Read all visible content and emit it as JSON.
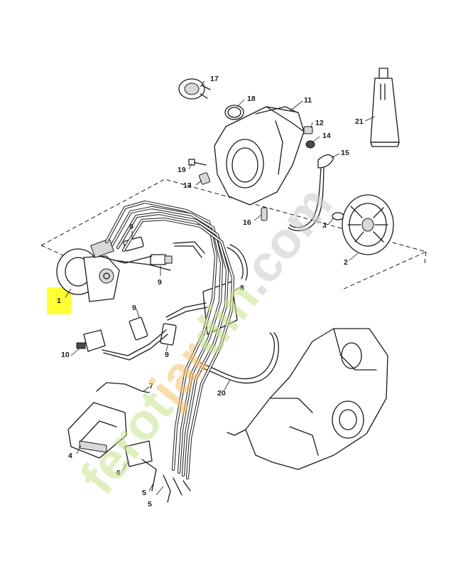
{
  "callouts": [
    {
      "id": "c1",
      "text": "1"
    },
    {
      "id": "c2",
      "text": "2"
    },
    {
      "id": "c3",
      "text": "3"
    },
    {
      "id": "c4",
      "text": "4"
    },
    {
      "id": "c5a",
      "text": "5"
    },
    {
      "id": "c5b",
      "text": "5"
    },
    {
      "id": "c6",
      "text": "6"
    },
    {
      "id": "c7",
      "text": "7"
    },
    {
      "id": "c8",
      "text": "8"
    },
    {
      "id": "c9a",
      "text": "9"
    },
    {
      "id": "c9b",
      "text": "9"
    },
    {
      "id": "c9c",
      "text": "9"
    },
    {
      "id": "c9d",
      "text": "9"
    },
    {
      "id": "c10",
      "text": "10"
    },
    {
      "id": "c11",
      "text": "11"
    },
    {
      "id": "c12",
      "text": "12"
    },
    {
      "id": "c13",
      "text": "13"
    },
    {
      "id": "c14",
      "text": "14"
    },
    {
      "id": "c15",
      "text": "15"
    },
    {
      "id": "c16",
      "text": "16"
    },
    {
      "id": "c17",
      "text": "17"
    },
    {
      "id": "c18",
      "text": "18"
    },
    {
      "id": "c19",
      "text": "19"
    },
    {
      "id": "c20",
      "text": "20"
    },
    {
      "id": "c21",
      "text": "21"
    }
  ],
  "highlight": {
    "callout": "1",
    "color": "#ffff33"
  },
  "watermark": {
    "text_green": "ferot",
    "text_orange": "jar",
    "text_green2": "din",
    "text_tail": ".com",
    "green": "#c8e28c",
    "orange": "#f5c26b",
    "grey": "#c9c9c9"
  }
}
